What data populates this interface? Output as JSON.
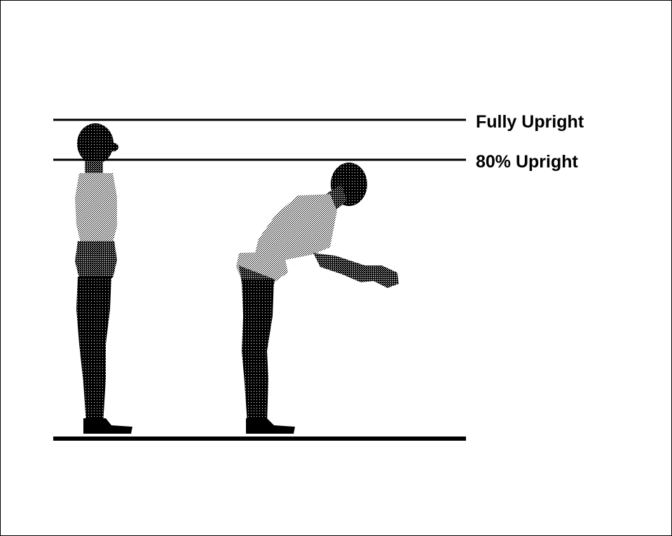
{
  "levels": {
    "fully_upright": "Fully Upright",
    "eighty_upright": "80% Upright"
  },
  "figures": [
    {
      "id": "standing-figure",
      "posture": "fully upright"
    },
    {
      "id": "bending-figure",
      "posture": "80% upright"
    }
  ],
  "colors": {
    "line": "#000000",
    "figure_dark": "#000000",
    "figure_light": "#ffffff",
    "background": "#ffffff"
  }
}
